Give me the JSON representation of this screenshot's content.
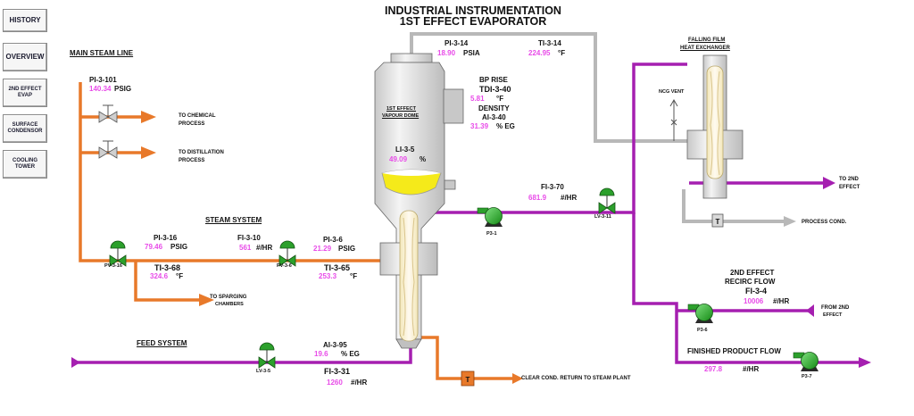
{
  "title": {
    "line1": "INDUSTRIAL INSTRUMENTATION",
    "line2": "1ST EFFECT EVAPORATOR"
  },
  "nav": [
    {
      "id": "history",
      "label": "HISTORY"
    },
    {
      "id": "overview",
      "label": "OVERVIEW"
    },
    {
      "id": "2nd-effect",
      "label": "2ND EFFECT EVAP"
    },
    {
      "id": "surface-condensor",
      "label": "SURFACE CONDENSOR"
    },
    {
      "id": "cooling-tower",
      "label": "COOLING TOWER"
    }
  ],
  "sections": {
    "main_steam_line": "MAIN STEAM LINE",
    "steam_system": "STEAM SYSTEM",
    "feed_system": "FEED SYSTEM",
    "falling_film": "FALLING FILM",
    "heat_exchanger": "HEAT EXCHANGER",
    "vapour_dome_1": "1ST EFFECT",
    "vapour_dome_2": "VAPOUR DOME",
    "ncg_vent": "NCG VENT",
    "recirc_1": "2ND EFFECT",
    "recirc_2": "RECIRC FLOW",
    "finished_product": "FINISHED PRODUCT FLOW"
  },
  "destinations": {
    "chemical_1": "TO CHEMICAL",
    "chemical_2": "PROCESS",
    "distillation_1": "TO DISTILLATION",
    "distillation_2": "PROCESS",
    "sparging_1": "TO SPARGING",
    "sparging_2": "CHAMBERS",
    "to_2nd_1": "TO 2ND",
    "to_2nd_2": "EFFECT",
    "process_cond": "PROCESS COND.",
    "from_2nd_1": "FROM 2ND",
    "from_2nd_2": "EFFECT",
    "clear_cond": "CLEAR COND. RETURN TO STEAM PLANT"
  },
  "instruments": {
    "pi_3_101": {
      "tag": "PI-3-101",
      "value": "140.34",
      "unit": "PSIG"
    },
    "pi_3_14": {
      "tag": "PI-3-14",
      "value": "18.90",
      "unit": "PSIA"
    },
    "ti_3_14": {
      "tag": "TI-3-14",
      "value": "224.95",
      "unit": "°F"
    },
    "tdi_3_40": {
      "caption": "BP RISE",
      "tag": "TDI-3-40",
      "value": "5.81",
      "unit": "°F"
    },
    "ai_3_40": {
      "caption": "DENSITY",
      "tag": "AI-3-40",
      "value": "31.39",
      "unit": "% EG"
    },
    "li_3_5": {
      "tag": "LI-3-5",
      "value": "49.09",
      "unit": "%"
    },
    "fi_3_70": {
      "tag": "FI-3-70",
      "value": "681.9",
      "unit": "#/HR"
    },
    "pi_3_16": {
      "tag": "PI-3-16",
      "value": "79.46",
      "unit": "PSIG"
    },
    "fi_3_10": {
      "tag": "FI-3-10",
      "value": "561",
      "unit": "#/HR"
    },
    "pi_3_6": {
      "tag": "PI-3-6",
      "value": "21.29",
      "unit": "PSIG"
    },
    "ti_3_68": {
      "tag": "TI-3-68",
      "value": "324.6",
      "unit": "°F"
    },
    "ti_3_65": {
      "tag": "TI-3-65",
      "value": "253.3",
      "unit": "°F"
    },
    "fi_3_4": {
      "tag": "FI-3-4",
      "value": "10006",
      "unit": "#/HR"
    },
    "ai_3_95": {
      "tag": "AI-3-95",
      "value": "19.6",
      "unit": "% EG"
    },
    "fi_3_31": {
      "tag": "FI-3-31",
      "value": "1260",
      "unit": "#/HR"
    },
    "fp_flow": {
      "value": "297.8",
      "unit": "#/HR"
    }
  },
  "equipment": {
    "pv_3_16": "PV-3-16",
    "pv_3_6": "PV-3-6",
    "lv_3_5": "LV-3-5",
    "lv_3_11": "LV-3-11",
    "p_3_1": "P3-1",
    "p_3_6": "P3-6",
    "p_3_7": "P3-7",
    "trap": "T"
  },
  "colors": {
    "steam": "#e8792a",
    "liquor": "#a51fb0",
    "vapour": "#b8b8b8",
    "value_text": "#e84be8",
    "valve": "#2ca02c",
    "vessel": "#e2e2e2",
    "level": "#f5ea1a"
  }
}
